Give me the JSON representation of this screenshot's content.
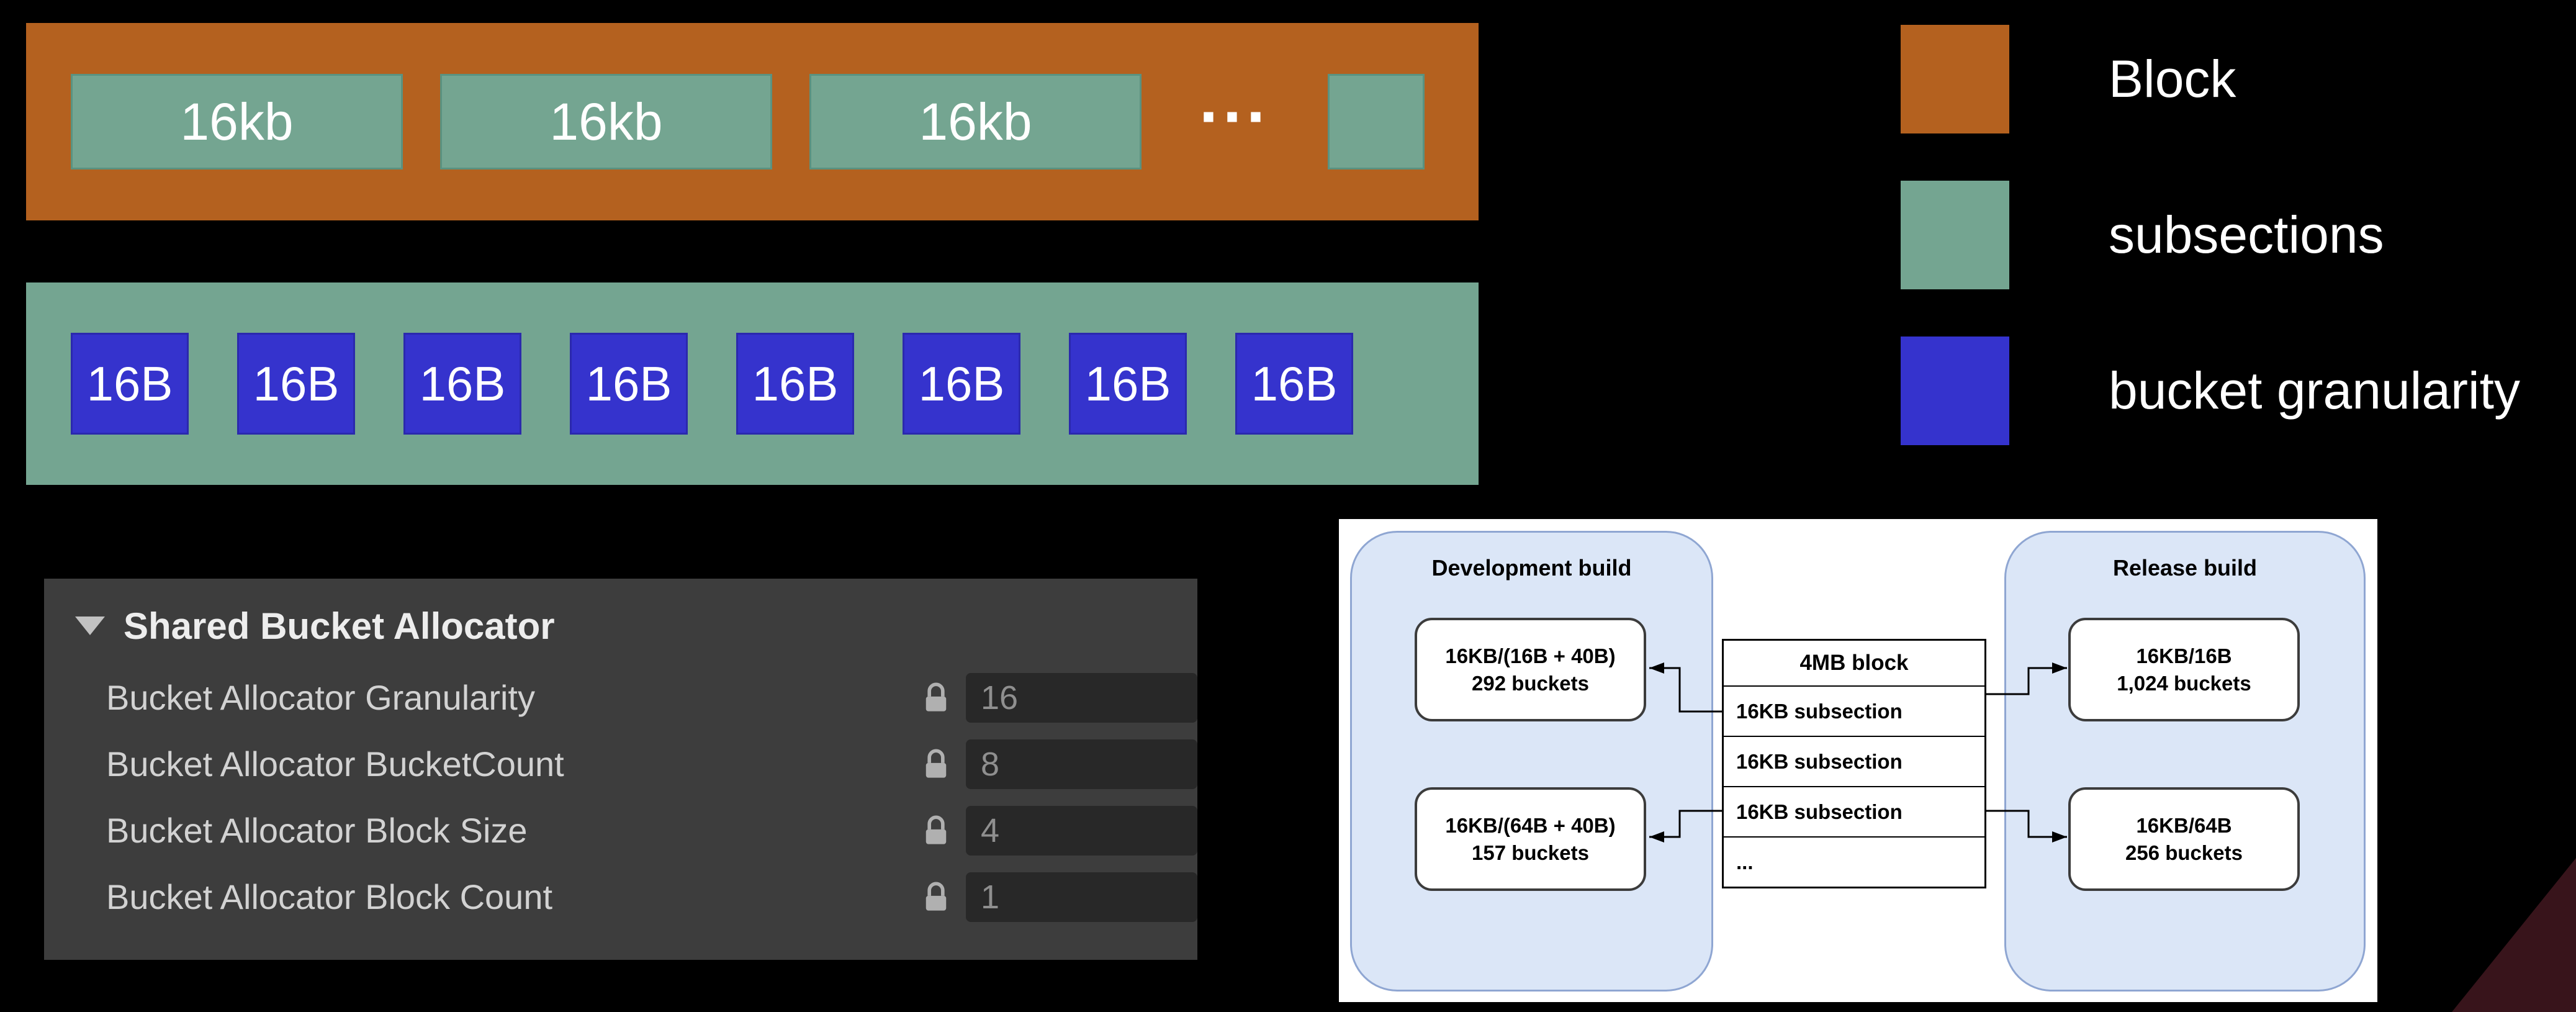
{
  "colors": {
    "block": "#b4611f",
    "subsection": "#74a591",
    "bucket": "#3533cd"
  },
  "block_row": {
    "subsections": [
      "16kb",
      "16kb",
      "16kb"
    ],
    "ellipsis": "..."
  },
  "bucket_row": {
    "buckets": [
      "16B",
      "16B",
      "16B",
      "16B",
      "16B",
      "16B",
      "16B",
      "16B"
    ]
  },
  "legend": {
    "items": [
      {
        "label": "Block",
        "color": "#b4611f"
      },
      {
        "label": "subsections",
        "color": "#74a591"
      },
      {
        "label": "bucket granularity",
        "color": "#3533cd"
      }
    ]
  },
  "inspector": {
    "title": "Shared Bucket Allocator",
    "rows": [
      {
        "label": "Bucket Allocator Granularity",
        "value": "16"
      },
      {
        "label": "Bucket Allocator BucketCount",
        "value": "8"
      },
      {
        "label": "Bucket Allocator Block Size",
        "value": "4"
      },
      {
        "label": "Bucket Allocator Block Count",
        "value": "1"
      }
    ]
  },
  "flow": {
    "development": {
      "title": "Development build",
      "boxes": [
        {
          "line1": "16KB/(16B + 40B)",
          "line2": "292 buckets"
        },
        {
          "line1": "16KB/(64B + 40B)",
          "line2": "157 buckets"
        }
      ]
    },
    "block": {
      "title": "4MB block",
      "rows": [
        "16KB subsection",
        "16KB subsection",
        "16KB subsection",
        "..."
      ]
    },
    "release": {
      "title": "Release build",
      "boxes": [
        {
          "line1": "16KB/16B",
          "line2": "1,024 buckets"
        },
        {
          "line1": "16KB/64B",
          "line2": "256 buckets"
        }
      ]
    }
  }
}
